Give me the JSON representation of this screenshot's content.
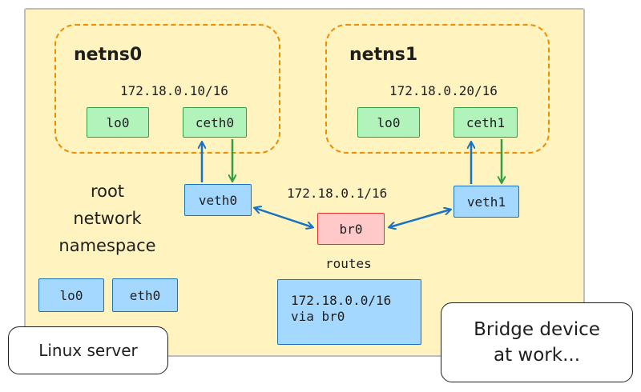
{
  "netns0": {
    "label": "netns0",
    "ip": "172.18.0.10/16",
    "lo": "lo0",
    "ceth": "ceth0"
  },
  "netns1": {
    "label": "netns1",
    "ip": "172.18.0.20/16",
    "lo": "lo0",
    "ceth": "ceth1"
  },
  "root_ns": {
    "label_lines": [
      "root",
      "network",
      "namespace"
    ],
    "lo": "lo0",
    "eth": "eth0",
    "veth0": "veth0",
    "veth1": "veth1"
  },
  "bridge": {
    "ip": "172.18.0.1/16",
    "name": "br0"
  },
  "routes": {
    "title": "routes",
    "lines": [
      "172.18.0.0/16",
      "via br0"
    ]
  },
  "notes": {
    "server": "Linux server",
    "bridge_lines": [
      "Bridge device",
      "at work..."
    ]
  },
  "colors": {
    "server_fill": "#fff3bf",
    "namespace_border": "#f08c00",
    "green_fill": "#b2f2bb",
    "green_stroke": "#2f9e44",
    "blue_fill": "#a5d8ff",
    "blue_stroke": "#1971c2",
    "red_fill": "#ffc9c9",
    "red_stroke": "#e03131"
  }
}
